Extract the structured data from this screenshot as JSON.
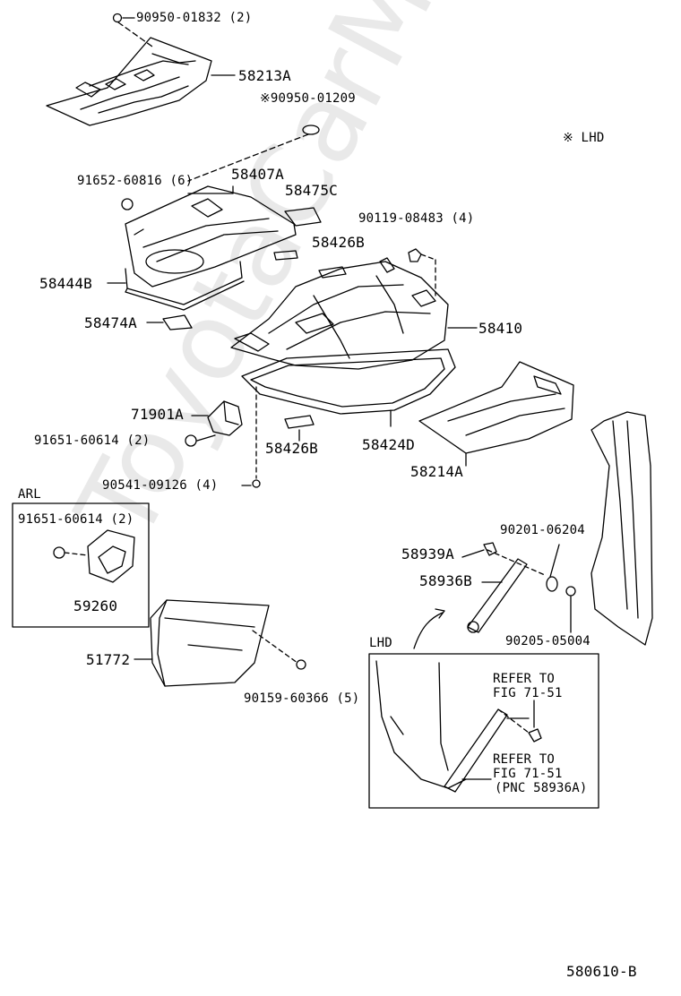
{
  "watermark": "ToyotaCarMine.ru",
  "note_lhd": "※ LHD",
  "diagram_code": "580610-B",
  "inset_arl": {
    "title": "ARL",
    "part1": "91651-60614 (2)",
    "part2": "59260"
  },
  "inset_lhd": {
    "title": "LHD",
    "refer1_line1": "REFER TO",
    "refer1_line2": "FIG 71-51",
    "refer2_line1": "REFER TO",
    "refer2_line2": "FIG 71-51",
    "refer2_line3": "(PNC 58936A)"
  },
  "parts": {
    "p_90950_01832": "90950-01832 (2)",
    "p_58213A": "58213A",
    "p_90950_01209": "※90950-01209",
    "p_91652_60816": "91652-60816 (6)",
    "p_58407A": "58407A",
    "p_58475C": "58475C",
    "p_90119_08483": "90119-08483 (4)",
    "p_58426B_top": "58426B",
    "p_58444B": "58444B",
    "p_58410": "58410",
    "p_58474A": "58474A",
    "p_71901A": "71901A",
    "p_91651_60614": "91651-60614 (2)",
    "p_58426B_bot": "58426B",
    "p_58424D": "58424D",
    "p_58214A": "58214A",
    "p_90541_09126": "90541-09126 (4)",
    "p_90201_06204": "90201-06204",
    "p_58939A": "58939A",
    "p_58936B": "58936B",
    "p_90205_05004": "90205-05004",
    "p_51772": "51772",
    "p_90159_60366": "90159-60366 (5)"
  }
}
